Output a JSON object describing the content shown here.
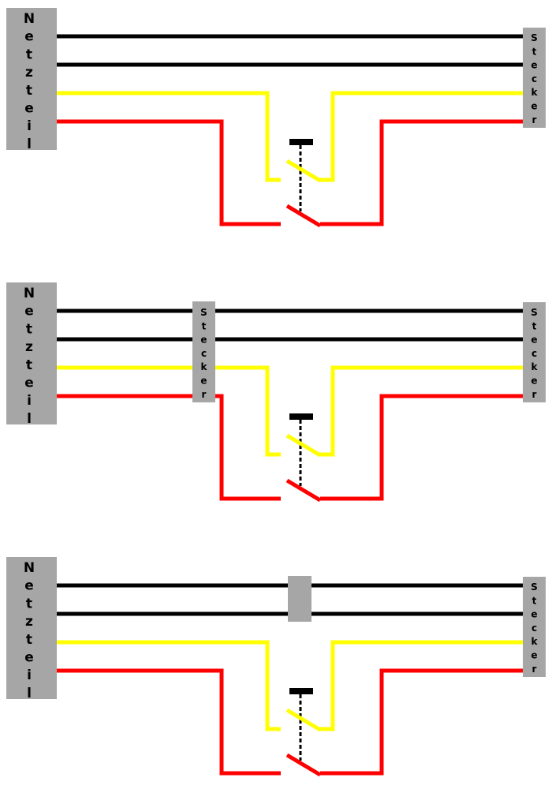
{
  "labels": {
    "netzteil": [
      "N",
      "e",
      "t",
      "z",
      "t",
      "e",
      "i",
      "l"
    ],
    "stecker": [
      "S",
      "t",
      "e",
      "c",
      "k",
      "e",
      "r"
    ]
  },
  "colors": {
    "wire_black": "#000000",
    "wire_yellow": "#ffff00",
    "wire_red": "#ff0000",
    "box_gray": "#a6a6a6",
    "background": "#ffffff"
  },
  "diagrams": [
    {
      "name": "diagram-1",
      "middle_connector": "none"
    },
    {
      "name": "diagram-2",
      "middle_connector": "stecker"
    },
    {
      "name": "diagram-3",
      "middle_connector": "blank"
    }
  ]
}
